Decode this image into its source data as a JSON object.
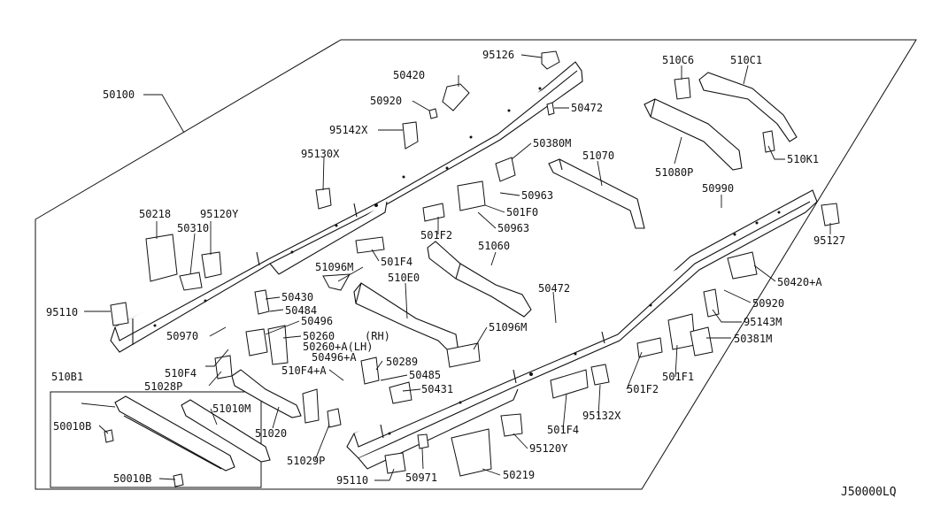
{
  "diagram": {
    "diagram_code": "J50000LQ",
    "callouts": [
      {
        "id": "c50100",
        "text": "50100"
      },
      {
        "id": "c95126",
        "text": "95126"
      },
      {
        "id": "c50420",
        "text": "50420"
      },
      {
        "id": "c50920a",
        "text": "50920"
      },
      {
        "id": "c50472a",
        "text": "50472"
      },
      {
        "id": "c95142x",
        "text": "95142X"
      },
      {
        "id": "c95130x",
        "text": "95130X"
      },
      {
        "id": "c50380m",
        "text": "50380M"
      },
      {
        "id": "c51070",
        "text": "51070"
      },
      {
        "id": "c50963a",
        "text": "50963"
      },
      {
        "id": "c501f0",
        "text": "501F0"
      },
      {
        "id": "c50963b",
        "text": "50963"
      },
      {
        "id": "c510c6",
        "text": "510C6"
      },
      {
        "id": "c510c1",
        "text": "510C1"
      },
      {
        "id": "c51080p",
        "text": "51080P"
      },
      {
        "id": "c510k1",
        "text": "510K1"
      },
      {
        "id": "c50990",
        "text": "50990"
      },
      {
        "id": "c95127",
        "text": "95127"
      },
      {
        "id": "c50218",
        "text": "50218"
      },
      {
        "id": "c95120ya",
        "text": "95120Y"
      },
      {
        "id": "c50310",
        "text": "50310"
      },
      {
        "id": "c501f2a",
        "text": "501F2"
      },
      {
        "id": "c501f4a",
        "text": "501F4"
      },
      {
        "id": "c51060",
        "text": "51060"
      },
      {
        "id": "c51096ma",
        "text": "51096M"
      },
      {
        "id": "c510e0",
        "text": "510E0"
      },
      {
        "id": "c50472b",
        "text": "50472"
      },
      {
        "id": "c50420a",
        "text": "50420+A"
      },
      {
        "id": "c50920b",
        "text": "50920"
      },
      {
        "id": "c95143m",
        "text": "95143M"
      },
      {
        "id": "c50381m",
        "text": "50381M"
      },
      {
        "id": "c95110a",
        "text": "95110"
      },
      {
        "id": "c50430",
        "text": "50430"
      },
      {
        "id": "c50484",
        "text": "50484"
      },
      {
        "id": "c50496",
        "text": "50496"
      },
      {
        "id": "c50970",
        "text": "50970"
      },
      {
        "id": "c50260",
        "text": "50260"
      },
      {
        "id": "c50260a",
        "text": "50260+A(LH)"
      },
      {
        "id": "c50260rh",
        "text": "(RH)"
      },
      {
        "id": "c50496a",
        "text": "50496+A"
      },
      {
        "id": "c51096mb",
        "text": "51096M"
      },
      {
        "id": "c510f4",
        "text": "510F4"
      },
      {
        "id": "c510f4a",
        "text": "510F4+A"
      },
      {
        "id": "c50289",
        "text": "50289"
      },
      {
        "id": "c50485",
        "text": "50485"
      },
      {
        "id": "c50431",
        "text": "50431"
      },
      {
        "id": "c51028p",
        "text": "51028P"
      },
      {
        "id": "c501f2b",
        "text": "501F2"
      },
      {
        "id": "c501f1",
        "text": "501F1"
      },
      {
        "id": "c510b1",
        "text": "510B1"
      },
      {
        "id": "c51010m",
        "text": "51010M"
      },
      {
        "id": "c50010ba",
        "text": "50010B"
      },
      {
        "id": "c51020",
        "text": "51020"
      },
      {
        "id": "c95132x",
        "text": "95132X"
      },
      {
        "id": "c501f4b",
        "text": "501F4"
      },
      {
        "id": "c95120yb",
        "text": "95120Y"
      },
      {
        "id": "c51029p",
        "text": "51029P"
      },
      {
        "id": "c50010bb",
        "text": "50010B"
      },
      {
        "id": "c95110b",
        "text": "95110"
      },
      {
        "id": "c50971",
        "text": "50971"
      },
      {
        "id": "c50219",
        "text": "50219"
      }
    ]
  }
}
